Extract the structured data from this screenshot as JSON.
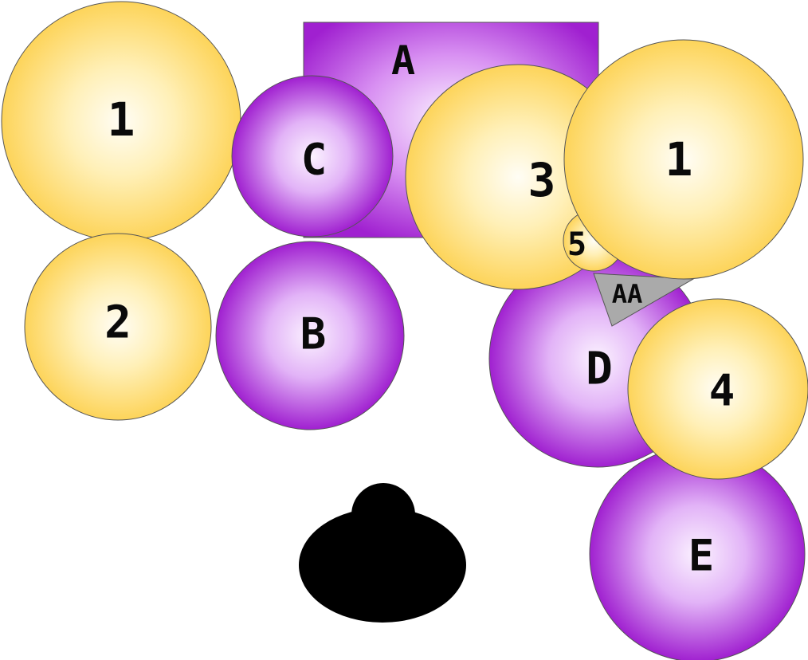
{
  "colors": {
    "yellow_edge": "#fdd45a",
    "yellow_center": "#fffdf5",
    "purple_edge": "#a020d0",
    "purple_center": "#fbf2ff",
    "aa_gray": "#aaaaaa",
    "outline": "#555555",
    "mark": "#000000"
  },
  "labels": {
    "rect_a": "A",
    "circle_c": "C",
    "circle_b": "B",
    "circle_d": "D",
    "circle_e": "E",
    "circle_1_left": "1",
    "circle_2": "2",
    "circle_3": "3",
    "circle_1_right": "1",
    "circle_4": "4",
    "circle_5": "5",
    "triangle_aa": "AA"
  }
}
